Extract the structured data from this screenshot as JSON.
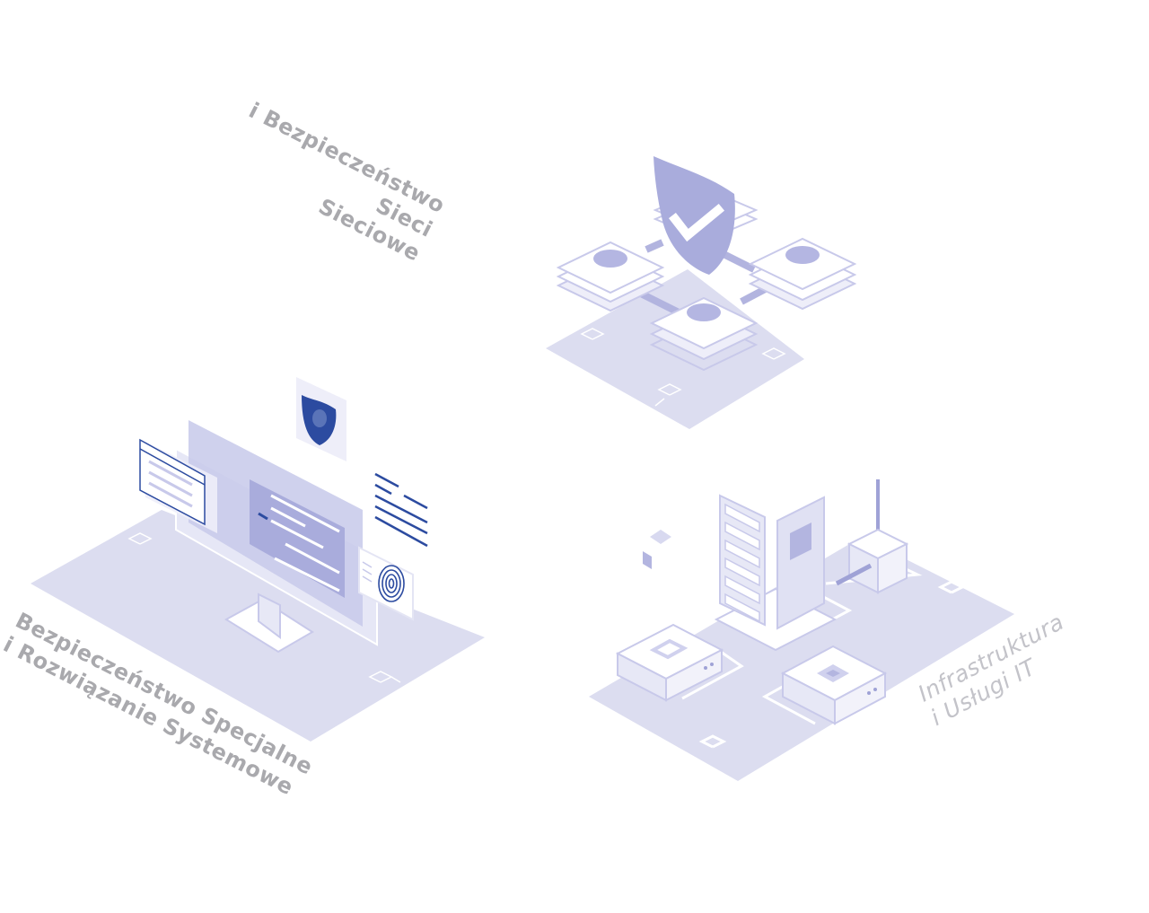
{
  "sections": {
    "network": {
      "line1": "i Bezpieczeństwo",
      "line2": "Sieci",
      "line3": "Sieciowe",
      "icon": "shield-check-icon"
    },
    "security": {
      "line1": "Bezpieczeństwo Specjalne",
      "line2": "i Rozwiązanie Systemowe",
      "icon": "computer-fingerprint-icon"
    },
    "infrastructure": {
      "line1": "Infrastruktura",
      "line2": "i Usługi IT",
      "icon": "server-rack-icon"
    }
  },
  "colors": {
    "platform": "#dadbf0",
    "accent_light": "#b3b5e0",
    "accent_mid": "#9fa2d6",
    "accent_dark": "#2c4ba0",
    "label": "#a9a9ad"
  }
}
